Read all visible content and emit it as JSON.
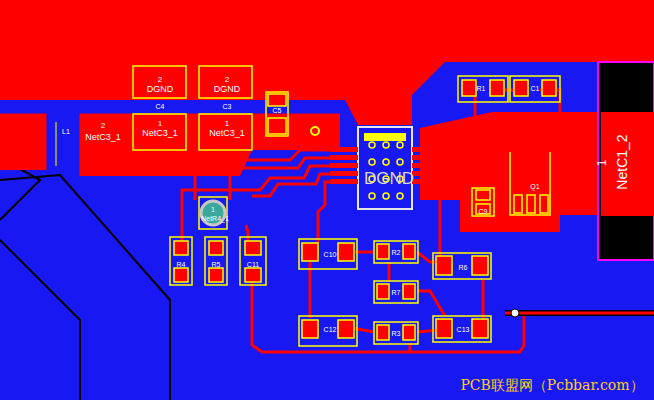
{
  "diagram": {
    "labels": [
      "L1",
      "2",
      "NetC3_1",
      "2",
      "DGND",
      "C4",
      "1",
      "NetC3_1",
      "2",
      "DGND",
      "C3",
      "1",
      "NetC3_1",
      "C5",
      "R1",
      "C1",
      "DGND",
      "Q1",
      "C9",
      "1",
      "NetC1_2",
      "1",
      "NetR4_1",
      "R4",
      "R5",
      "C11",
      "C10",
      "R2",
      "R6",
      "R7",
      "C12",
      "R3",
      "C13",
      "PCB联盟网（Pcbbar.com）"
    ]
  }
}
